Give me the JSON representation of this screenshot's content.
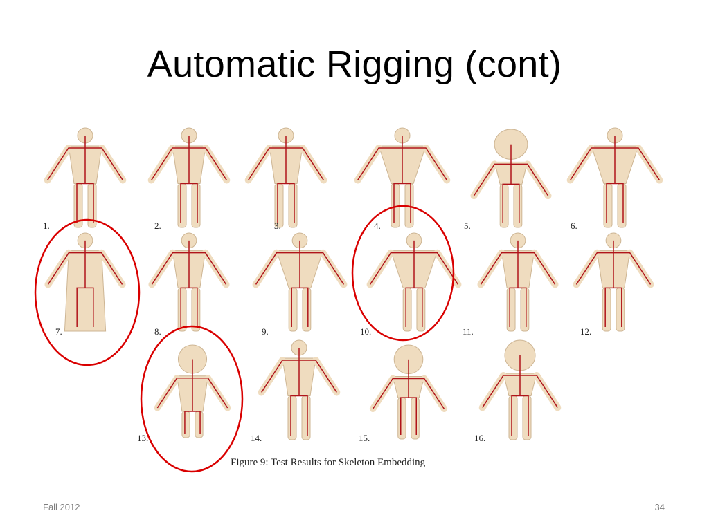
{
  "slide": {
    "title": "Automatic Rigging (cont)",
    "footer_left": "Fall 2012",
    "footer_right": "34"
  },
  "figure": {
    "caption": "Figure 9: Test Results for Skeleton Embedding",
    "labels": [
      "1.",
      "2.",
      "3.",
      "4.",
      "5.",
      "6.",
      "7.",
      "8.",
      "9.",
      "10.",
      "11.",
      "12.",
      "13.",
      "14.",
      "15.",
      "16."
    ],
    "circled": [
      "7.",
      "10.",
      "13."
    ],
    "colors": {
      "model": "#efdcbf",
      "model_shade": "#cdb593",
      "skeleton": "#b0141a",
      "circle": "#d90000"
    }
  }
}
